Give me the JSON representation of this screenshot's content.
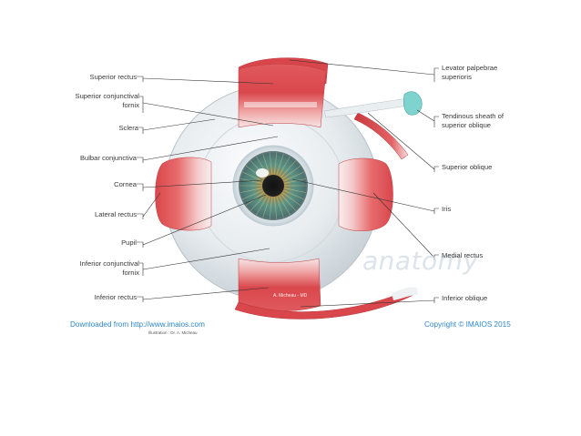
{
  "left_labels": [
    {
      "name": "label-superior-rectus",
      "lines": [
        "Superior rectus"
      ]
    },
    {
      "name": "label-superior-conjunctival-fornix",
      "lines": [
        "Superior conjunctival",
        "fornix"
      ]
    },
    {
      "name": "label-sclera",
      "lines": [
        "Sclera"
      ]
    },
    {
      "name": "label-bulbar-conjunctiva",
      "lines": [
        "Bulbar conjunctiva"
      ]
    },
    {
      "name": "label-cornea",
      "lines": [
        "Cornea"
      ]
    },
    {
      "name": "label-lateral-rectus",
      "lines": [
        "Lateral rectus"
      ]
    },
    {
      "name": "label-pupil",
      "lines": [
        "Pupil"
      ]
    },
    {
      "name": "label-inferior-conjunctival-fornix",
      "lines": [
        "Inferior conjunctival",
        "fornix"
      ]
    },
    {
      "name": "label-inferior-rectus",
      "lines": [
        "Inferior rectus"
      ]
    }
  ],
  "right_labels": [
    {
      "name": "label-levator-palpebrae-superioris",
      "lines": [
        "Levator palpebrae",
        "superioris"
      ]
    },
    {
      "name": "label-tendinous-sheath",
      "lines": [
        "Tendinous sheath of",
        "superior oblique"
      ]
    },
    {
      "name": "label-superior-oblique",
      "lines": [
        "Superior oblique"
      ]
    },
    {
      "name": "label-iris",
      "lines": [
        "Iris"
      ]
    },
    {
      "name": "label-medial-rectus",
      "lines": [
        "Medial rectus"
      ]
    },
    {
      "name": "label-inferior-oblique",
      "lines": [
        "Inferior oblique"
      ]
    }
  ],
  "footer": {
    "download": "Downloaded from http://www.imaios.com",
    "illustration": "Illustration : Dr. A. Micheau",
    "copyright": "Copyright © IMAIOS 2015"
  },
  "watermark": "anatomy",
  "signature": "A. Micheau - MD",
  "colors": {
    "muscle": "#d9474c",
    "muscle_light": "#f3b3b3",
    "tendon": "#eef2f4",
    "sclera": "#e8edf0",
    "iris": "#3f7d6a",
    "label_text": "#3a3a3a",
    "footer_text": "#2f86c9",
    "leader_line": "#333333"
  }
}
